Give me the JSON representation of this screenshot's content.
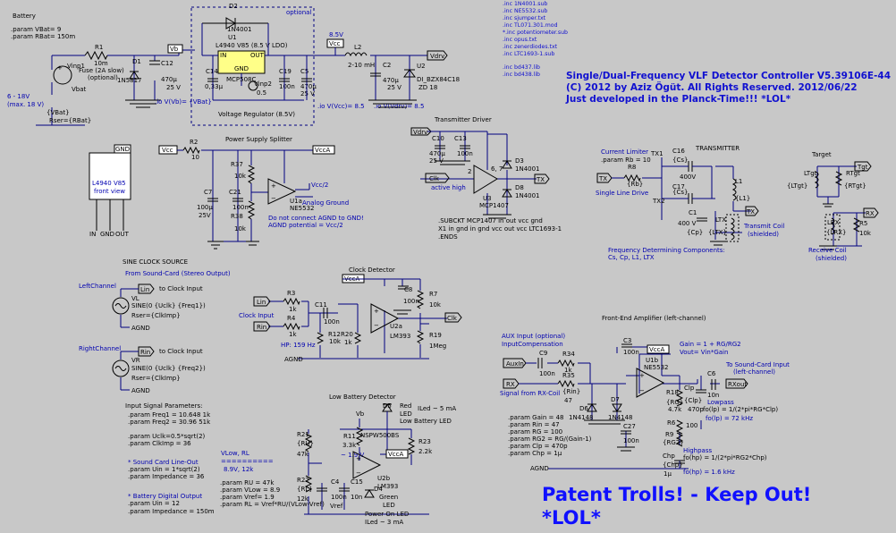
{
  "title": {
    "line1": "Single/Dual-Frequency VLF Detector Controller V5.39106E-44",
    "line2": "(C) 2012 by Aziz Ögüt. All Rights Reserved. 2012/06/22",
    "line3": "Just developed in the Planck-Time!!! *LOL*"
  },
  "warning": {
    "line1": "Patent Trolls! - Keep Out!",
    "line2": "*LOL*"
  },
  "includes": [
    ".inc 1N4001.sub",
    ".inc NE5532.sub",
    ".inc sjumper.txt",
    ".inc TL071.301.mod",
    "*.inc potentiometer.sub",
    ".inc opus.txt",
    ".inc zenerdiodes.txt",
    ".inc LTC1693-1.sub",
    ".inc bd437.lib",
    ".inc bd438.lib"
  ],
  "battery": {
    "header": "Battery",
    "params": [
      ".param VBat= 9",
      ".param RBat= 150m"
    ],
    "v_label": "Vbat",
    "v_value": "{VBat}",
    "r_label": "Rser={RBat}",
    "range": [
      "6 - 18V",
      "(max. 18 V)"
    ],
    "fuse": "Fuse (2A slow)",
    "fuse_note": "(optional)",
    "r1": "R1",
    "r1v": "10m",
    "vinp": "Vinp1",
    "vinp2": "Vinp2"
  },
  "regulator": {
    "optional": "optional",
    "ic": "L4940 V85 (8.5 V LDO)",
    "u1": "U1",
    "pins": [
      "IN",
      "OUT",
      "GND"
    ],
    "label": "Voltage Regulator (8.5V)",
    "d2": "D2",
    "d2v": "1N4001",
    "d1": "D1",
    "d1v": "1N5817",
    "c12": "C12",
    "c12v": "470µ",
    "c12r": "25 V",
    "c14": "C14",
    "c14v": "0,33µ",
    "c19": "C19",
    "c19v": "100n",
    "c5": "C5",
    "c5v": "470µ",
    "c5r": "25 V",
    "mcp": "MCP508C",
    "vb": "Vb",
    "io1": ".io V(Vb)= {VBat}",
    "io2": ".io V(Vcc)= 8.5",
    "io3": ".io V(Vdrv)= 8.5"
  },
  "filter": {
    "vcc_v": "8.5V",
    "vcc": "Vcc",
    "l2": "L2",
    "l2v": "2-10 mH",
    "c2": "C2",
    "c2v": "470µ",
    "c2r": "25 V",
    "u2": "U2",
    "u2v": "DI_BZX84C18",
    "u2z": "ZD 18",
    "vdrv": "Vdrv"
  },
  "supply": {
    "header": "Power Supply Splitter",
    "vcc": "Vcc",
    "vcc2": "Vcc/2",
    "r2": "R2",
    "r2v": "10",
    "r37": "R37",
    "r37v": "10k",
    "r38": "R38",
    "r38v": "10k",
    "c7": "C7",
    "c7v": "100µ",
    "c7r": "25V",
    "c21": "C21",
    "c21v": "100n",
    "u1a": "U1a",
    "u1av": "NE5532",
    "ag": "Analog Ground",
    "note1": "Do not connect AGND to GND!",
    "note2": "AGND potential = Vcc/2",
    "ic": "L4940 V85",
    "ic2": "front view",
    "pins": [
      "IN",
      "GND",
      "OUT"
    ]
  },
  "driver": {
    "header": "Transmitter Driver",
    "vdrv": "Vdrv",
    "c10": "C10",
    "c10v": "470µ",
    "c10r": "25 V",
    "c13": "C13",
    "c13v": "100n",
    "clk": "Clk",
    "active": "active high",
    "u3": "U3",
    "u3v": "MCP1407",
    "d3": "D3",
    "d3v": "1N4001",
    "d8": "D8",
    "d8v": "1N4001",
    "tx": "TX",
    "sub1": ".SUBCKT MCP1407 in out vcc gnd",
    "sub2": "X1 in gnd in gnd vcc out vcc LTC1693-1",
    "sub3": ".ENDS"
  },
  "transmitter": {
    "header": "TRANSMITTER",
    "cl": "Current Limiter",
    "pr": ".param Rb = 10",
    "r8": "R8",
    "r8v": "{Rb}",
    "tx": "TX",
    "sld": "Single Line Drive",
    "tx1": "TX1",
    "tx2": "TX2",
    "c16": "C16",
    "c16v": "{Cs}",
    "c16r": "400V",
    "c17": "C17",
    "c17v": "{Cs}",
    "c1": "C1",
    "c1v": "400 V",
    "c1c": "{Cp}",
    "l1": "L1",
    "l1v": "{L1}",
    "ltx": "LTX",
    "ltxv": "{LTX}",
    "coil": "Transmit Coil",
    "coil2": "(shielded)",
    "fdc": "Frequency Determining Components:",
    "fdc2": "Cs, Cp, L1, LTX"
  },
  "target": {
    "header": "Target",
    "tgt": "Tgt",
    "ltgt": "LTgt",
    "ltgtv": "{LTgt}",
    "rtgt": "RTgt",
    "rtgtv": "{RTgt}",
    "lrx": "LRX",
    "lrxv": "{LRX}",
    "r5": "R5",
    "r5v": "10k",
    "rx": "RX",
    "coil": "Receive Coil",
    "coil2": "(shielded)"
  },
  "sine": {
    "header": "SINE CLOCK SOURCE",
    "sub": "From Sound-Card (Stereo Output)",
    "left": "LeftChannel",
    "right": "RightChannel",
    "lin": "Lin",
    "rin": "Rin",
    "to_clock": "to Clock Input",
    "vl": "VL",
    "vr": "VR",
    "vl_sine": "SINE(0 {Uclk} {Freq1})",
    "vr_sine": "SINE(0 {Uclk} {Freq2})",
    "rser": "Rser={ClkImp}",
    "agnd": "AGND",
    "isp": "Input Signal Parameters:",
    "params": [
      ".param Freq1 = 10.648 1k",
      ".param Freq2 = 30.96 51k",
      ".param Uclk=0.5*sqrt(2)",
      ".param ClkImp = 36"
    ],
    "slo": "* Sound Card Line-Out",
    "slo_p": [
      ".param Uin = 1*sqrt(2)",
      ".param Impedance = 36"
    ],
    "bdo": "* Battery Digital Output",
    "bdo_p": [
      ".param Uin = 12",
      ".param Impedance = 150m"
    ]
  },
  "clock": {
    "header": "Clock Detector",
    "vcca": "VccA",
    "lin": "Lin",
    "rin": "Rin",
    "r3": "R3",
    "r3v": "1k",
    "r4": "R4",
    "r4v": "1k",
    "ci": "Clock Input",
    "hp": "HP: 159 Hz",
    "c11": "C11",
    "c11v": "100n",
    "r12": "R12",
    "r12v": "10k",
    "r20": "R20",
    "r20v": "1k",
    "c8": "C8",
    "c8v": "100n",
    "r7": "R7",
    "r7v": "10k",
    "u2a": "U2a",
    "u2av": "LM393",
    "r19": "R19",
    "r19v": "1Meg",
    "clk": "Clk",
    "agnd": "AGND"
  },
  "lowbat": {
    "header": "Low Battery Detector",
    "d5": "D5",
    "red": "Red",
    "led": "LED",
    "iled": "ILed ~ 5 mA",
    "lbled": "Low Battery LED",
    "r21": "R21",
    "r21v": "{RU}",
    "r21k": "47k",
    "r11": "R11",
    "r11v": "3.3k",
    "nsp": "NSPW500BS",
    "r23": "R23",
    "r23v": "2.2k",
    "vref": "~ 1.9 V",
    "u2b": "U2b",
    "u2bv": "LM393",
    "vcca": "VccA",
    "r22": "R22",
    "r22v": "{RL}",
    "r22k": "12k",
    "c4": "C4",
    "c4v": "100n",
    "c15": "C15",
    "c15v": "10n",
    "d4": "D4",
    "green": "Green",
    "led2": "LED",
    "pon": "Power On LED",
    "iled2": "ILed ~ 3 mA",
    "vlow": "VLow, RL",
    "eq": "==========",
    "vlv": "8.9V, 12k",
    "params": [
      ".param RU = 47k",
      ".param VLow = 8.9",
      ".param Vref= 1.9",
      ".param RL = Vref*RU/(VLow-Vref)"
    ],
    "vrefl": "Vref",
    "u": "Vb"
  },
  "frontend": {
    "header": "Front-End Amplifier (left-channel)",
    "aux": "AUX Input (optional)",
    "ic": "InputCompensation",
    "auxin": "AuxIn",
    "rx": "RX",
    "sfrc": "Signal from RX-Coil",
    "c9": "C9",
    "c9v": "100n",
    "r34": "R34",
    "r34v": "1k",
    "c3": "C3",
    "c3v": "100n",
    "r35": "R35",
    "r35v": "{Rin}",
    "r35k": "47",
    "d6": "D6",
    "d6v": "1N4148",
    "d7": "D7",
    "d7v": "1N4148",
    "u1b": "U1b",
    "u1bv": "NE5532",
    "vcca": "VccA",
    "gain": "Gain = 1 + RG/RG2",
    "vout": "Vout= Vin*Gain",
    "r18": "R18",
    "r18v": "{RG}",
    "r18k": "4.7k",
    "clp": "Clp",
    "clpv": "{Clp}",
    "clpk": "470p",
    "r6": "R6",
    "r6v": "100",
    "r9": "R9",
    "r9v": "{RG2}",
    "chp": "Chp",
    "chpv": "{Chp}",
    "chpk": "1µ",
    "c6": "C6",
    "c6v": "10n",
    "c27": "C27",
    "c27v": "100n",
    "tsc": "To Sound-Card Input",
    "tsc2": "(left-channel)",
    "rout": "RXout",
    "lp": "Lowpass",
    "lpf": "fo(lp) = 1/(2*pi*RG*Clp)",
    "lpv": "fo(lp) = 72 kHz",
    "hp": "Highpass",
    "hpf": "fo(hp) = 1/(2*pi*RG2*Chp)",
    "hpv": "fo(hp) = 1.6 kHz",
    "params": [
      ".param Gain = 48",
      ".param Rin = 47",
      ".param RG = 100",
      ".param RG2 = RG/(Gain-1)",
      ".param Clp = 470p",
      ".param Chp = 1µ"
    ],
    "agnd": "AGND"
  }
}
